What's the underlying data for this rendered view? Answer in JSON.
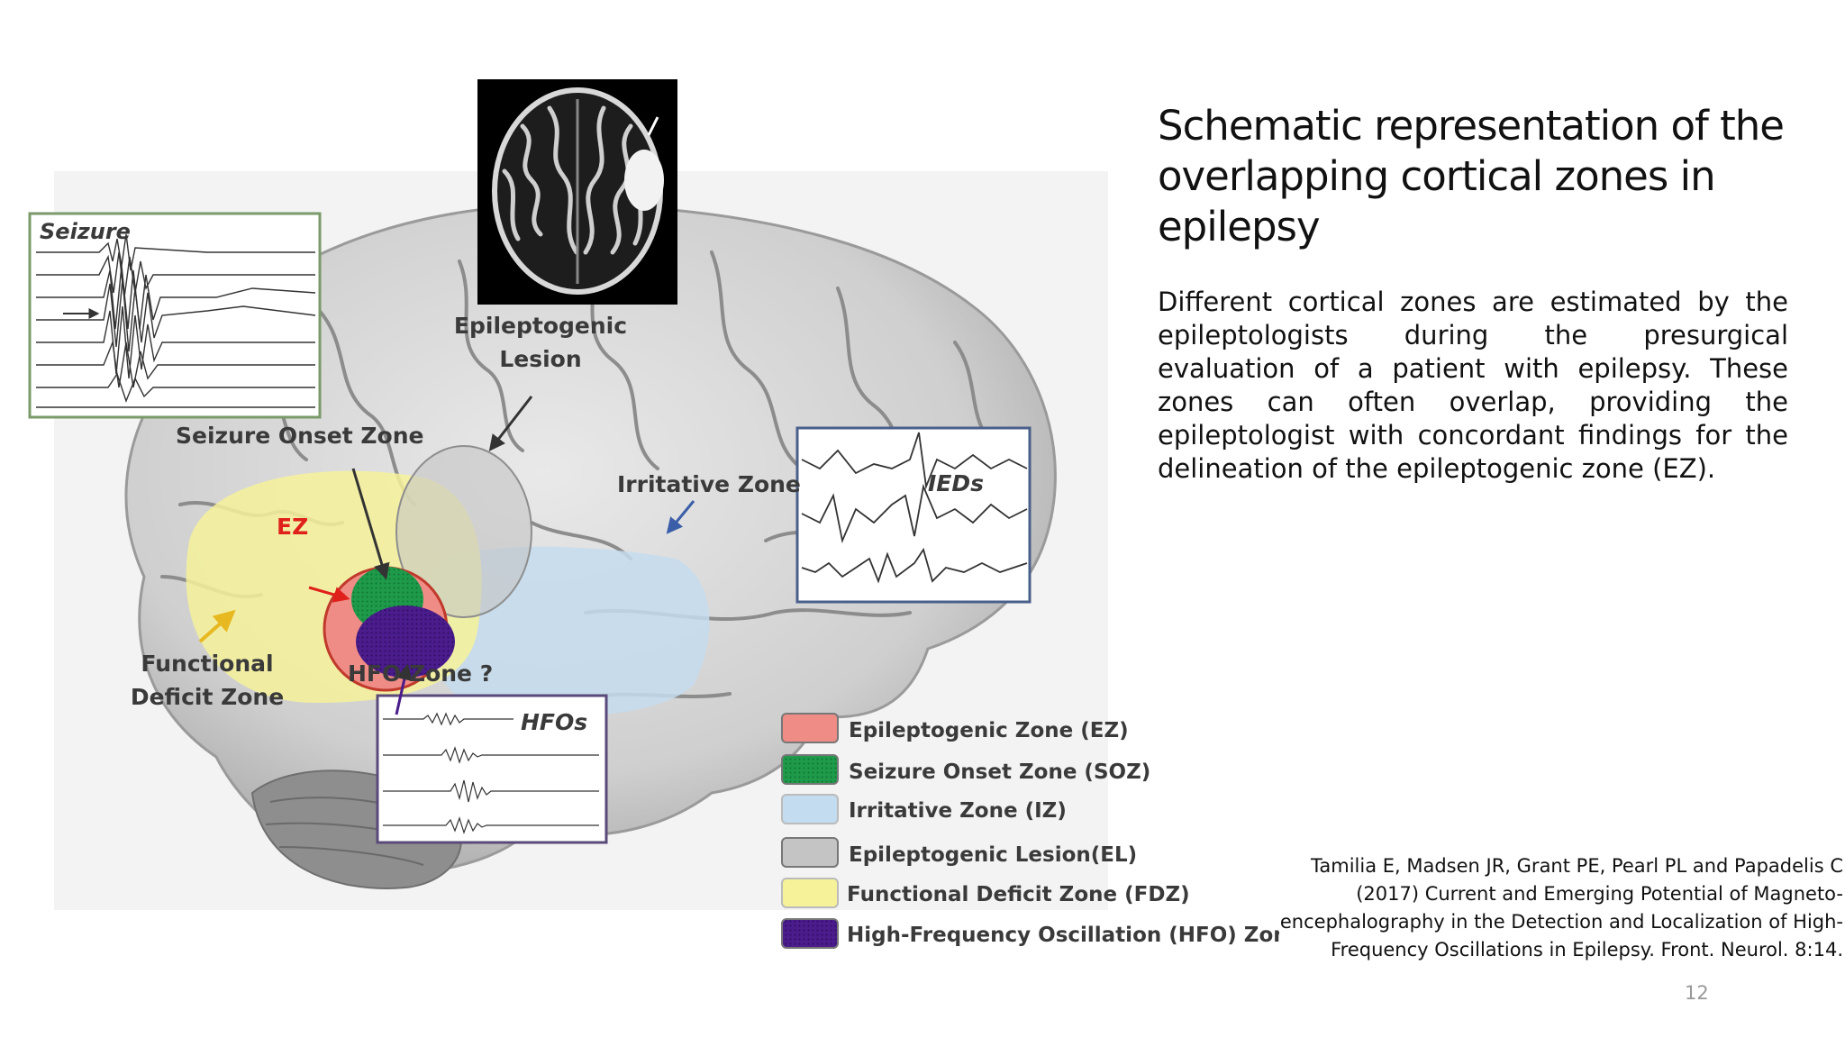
{
  "slide": {
    "title": "Schematic representation of the overlapping cortical zones in epilepsy",
    "body": "Different cortical zones are estimated by the epileptologists during the presurgical evaluation of a patient with epilepsy. These zones can often overlap, providing the epileptologist with concordant findings for the delineation of the epileptogenic zone (EZ).",
    "citation": "Tamilia E, Madsen JR, Grant PE, Pearl PL and Papadelis C (2017) Current and Emerging Potential of Magneto-encephalography in the Detection and Localization of High-Frequency Oscillations in Epilepsy. Front. Neurol. 8:14.",
    "page_number": "12"
  },
  "figure": {
    "inset_labels": {
      "seizure": "Seizure",
      "ieds": "IEDs",
      "hfos": "HFOs"
    },
    "labels": {
      "epileptogenic_lesion_line1": "Epileptogenic",
      "epileptogenic_lesion_line2": "Lesion",
      "seizure_onset_zone": "Seizure Onset Zone",
      "irritative_zone": "Irritative Zone",
      "ez": "EZ",
      "functional_deficit_line1": "Functional",
      "functional_deficit_line2": "Deficit Zone",
      "hfo_zone": "HFO Zone ?"
    },
    "legend": [
      {
        "label": "Epileptogenic Zone (EZ)",
        "color": "#f08c86"
      },
      {
        "label": "Seizure Onset Zone (SOZ)",
        "color": "#1e9a4a"
      },
      {
        "label": "Irritative Zone (IZ)",
        "color": "#c4dcef"
      },
      {
        "label": "Epileptogenic Lesion(EL)",
        "color": "#c4c4c4"
      },
      {
        "label": "Functional Deficit Zone (FDZ)",
        "color": "#f6f29a"
      },
      {
        "label": "High-Frequency Oscillation (HFO) Zone",
        "color": "#4a1c8c"
      }
    ],
    "colors": {
      "ez_label": "#e0201a",
      "arrow_dark": "#333333",
      "arrow_yellow": "#e8b820",
      "arrow_blue": "#3a5ea8"
    }
  }
}
